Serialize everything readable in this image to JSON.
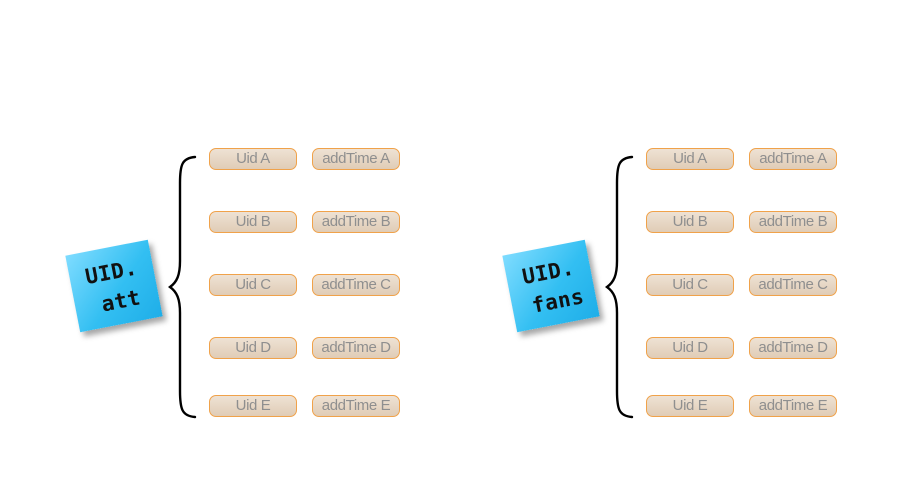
{
  "groups": [
    {
      "note": {
        "line1": "UID.",
        "line2": "att"
      },
      "rows": [
        {
          "uid": "Uid A",
          "time": "addTime A"
        },
        {
          "uid": "Uid B",
          "time": "addTime B"
        },
        {
          "uid": "Uid C",
          "time": "addTime C"
        },
        {
          "uid": "Uid D",
          "time": "addTime D"
        },
        {
          "uid": "Uid E",
          "time": "addTime E"
        }
      ]
    },
    {
      "note": {
        "line1": "UID.",
        "line2": "fans"
      },
      "rows": [
        {
          "uid": "Uid A",
          "time": "addTime A"
        },
        {
          "uid": "Uid B",
          "time": "addTime B"
        },
        {
          "uid": "Uid C",
          "time": "addTime C"
        },
        {
          "uid": "Uid D",
          "time": "addTime D"
        },
        {
          "uid": "Uid E",
          "time": "addTime E"
        }
      ]
    }
  ],
  "colors": {
    "note_fill": "#33bff2",
    "pill_border": "#f0a24a",
    "pill_fill": "#e6d5c2",
    "pill_text": "#8f8f8f"
  }
}
